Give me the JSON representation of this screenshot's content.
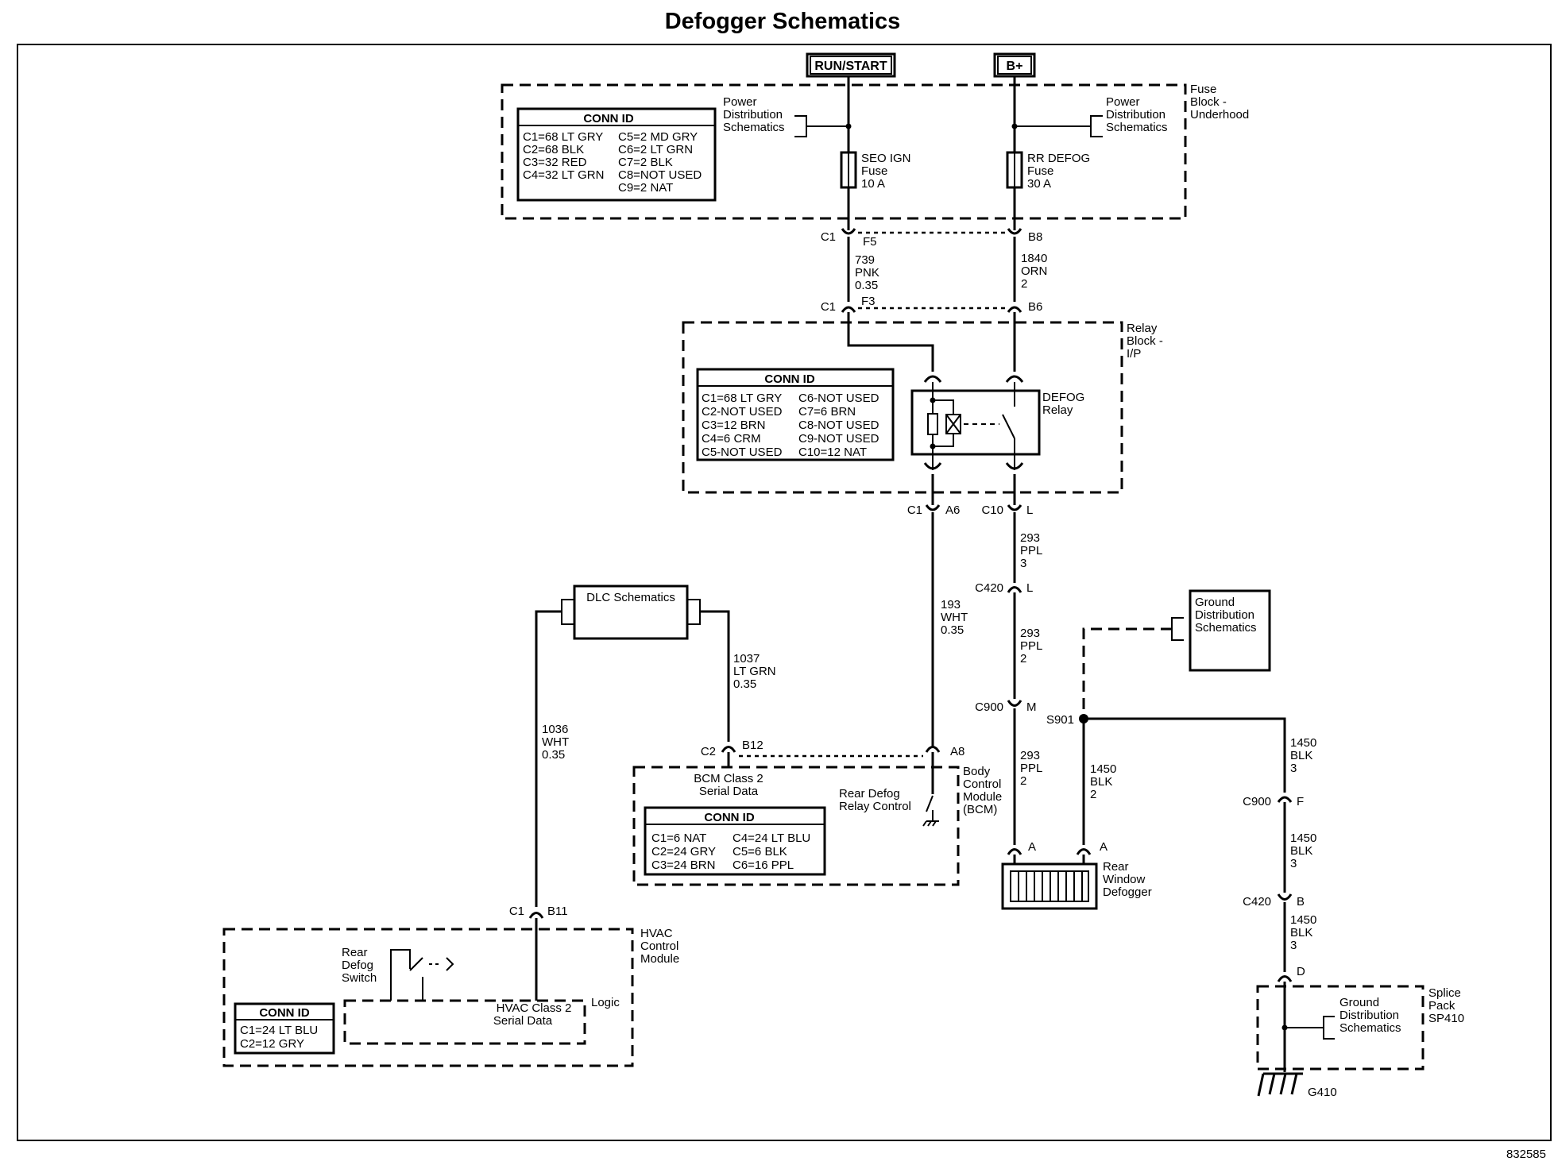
{
  "title": "Defogger Schematics",
  "figure_id": "832585",
  "power_sources": {
    "run_start": "RUN/START",
    "b_plus": "B+"
  },
  "fuse_block": {
    "name": [
      "Fuse",
      "Block -",
      "Underhood"
    ],
    "ref_left": [
      "Power",
      "Distribution",
      "Schematics"
    ],
    "ref_right": [
      "Power",
      "Distribution",
      "Schematics"
    ],
    "conn_id_title": "CONN ID",
    "conn_id_col1": [
      "C1=68 LT GRY",
      "C2=68 BLK",
      "C3=32 RED",
      "C4=32 LT GRN"
    ],
    "conn_id_col2": [
      "C5=2 MD GRY",
      "C6=2 LT GRN",
      "C7=2 BLK",
      "C8=NOT USED",
      "C9=2 NAT"
    ],
    "fuse1": [
      "SEO IGN",
      "Fuse",
      "10 A"
    ],
    "fuse2": [
      "RR DEFOG",
      "Fuse",
      "30 A"
    ]
  },
  "connectors": {
    "c1_top": "C1",
    "f5": "F5",
    "b8": "B8",
    "c1_mid": "C1",
    "f3": "F3",
    "b6": "B6",
    "c1_relay_out": "C1",
    "a6": "A6",
    "c10": "C10",
    "l_relay": "L",
    "c420_1": "C420",
    "l_c420": "L",
    "c900_1": "C900",
    "m_c900": "M",
    "c2_bcm": "C2",
    "b12": "B12",
    "a8": "A8",
    "c1_hvac": "C1",
    "b11": "B11",
    "a_left": "A",
    "a_right": "A",
    "c900_2": "C900",
    "f_c900": "F",
    "c420_2": "C420",
    "b_c420": "B",
    "d_splice": "D",
    "s901": "S901",
    "g410": "G410"
  },
  "wires": {
    "w739": [
      "739",
      "PNK",
      "0.35"
    ],
    "w1840": [
      "1840",
      "ORN",
      "2"
    ],
    "w293a": [
      "293",
      "PPL",
      "3"
    ],
    "w193": [
      "193",
      "WHT",
      "0.35"
    ],
    "w293b": [
      "293",
      "PPL",
      "2"
    ],
    "w293c": [
      "293",
      "PPL",
      "2"
    ],
    "w1037": [
      "1037",
      "LT GRN",
      "0.35"
    ],
    "w1036": [
      "1036",
      "WHT",
      "0.35"
    ],
    "w1450a": [
      "1450",
      "BLK",
      "2"
    ],
    "w1450b": [
      "1450",
      "BLK",
      "3"
    ],
    "w1450c": [
      "1450",
      "BLK",
      "3"
    ],
    "w1450d": [
      "1450",
      "BLK",
      "3"
    ]
  },
  "relay_block": {
    "name": [
      "Relay",
      "Block -",
      "I/P"
    ],
    "relay_label": [
      "DEFOG",
      "Relay"
    ],
    "conn_id_title": "CONN ID",
    "conn_id_col1": [
      "C1=68 LT GRY",
      "C2-NOT USED",
      "C3=12 BRN",
      "C4=6 CRM",
      "C5-NOT USED"
    ],
    "conn_id_col2": [
      "C6-NOT USED",
      "C7=6 BRN",
      "C8-NOT USED",
      "C9-NOT USED",
      "C10=12 NAT"
    ]
  },
  "dlc": {
    "label": "DLC Schematics"
  },
  "ground_ref": [
    "Ground",
    "Distribution",
    "Schematics"
  ],
  "bcm": {
    "name": [
      "Body",
      "Control",
      "Module",
      "(BCM)"
    ],
    "class2": [
      "BCM Class 2",
      "Serial Data"
    ],
    "relay_control": [
      "Rear Defog",
      "Relay Control"
    ],
    "conn_id_title": "CONN ID",
    "conn_id_col1": [
      "C1=6 NAT",
      "C2=24 GRY",
      "C3=24 BRN"
    ],
    "conn_id_col2": [
      "C4=24 LT BLU",
      "C5=6 BLK",
      "C6=16 PPL"
    ]
  },
  "defogger": [
    "Rear",
    "Window",
    "Defogger"
  ],
  "hvac": {
    "name": [
      "HVAC",
      "Control",
      "Module"
    ],
    "switch": [
      "Rear",
      "Defog",
      "Switch"
    ],
    "logic": "Logic",
    "class2": [
      "HVAC Class 2",
      "Serial Data"
    ],
    "conn_id_title": "CONN ID",
    "conn_id_rows": [
      "C1=24 LT BLU",
      "C2=12 GRY"
    ]
  },
  "splice_pack": {
    "name": [
      "Splice",
      "Pack",
      "SP410"
    ],
    "ref": [
      "Ground",
      "Distribution",
      "Schematics"
    ]
  }
}
